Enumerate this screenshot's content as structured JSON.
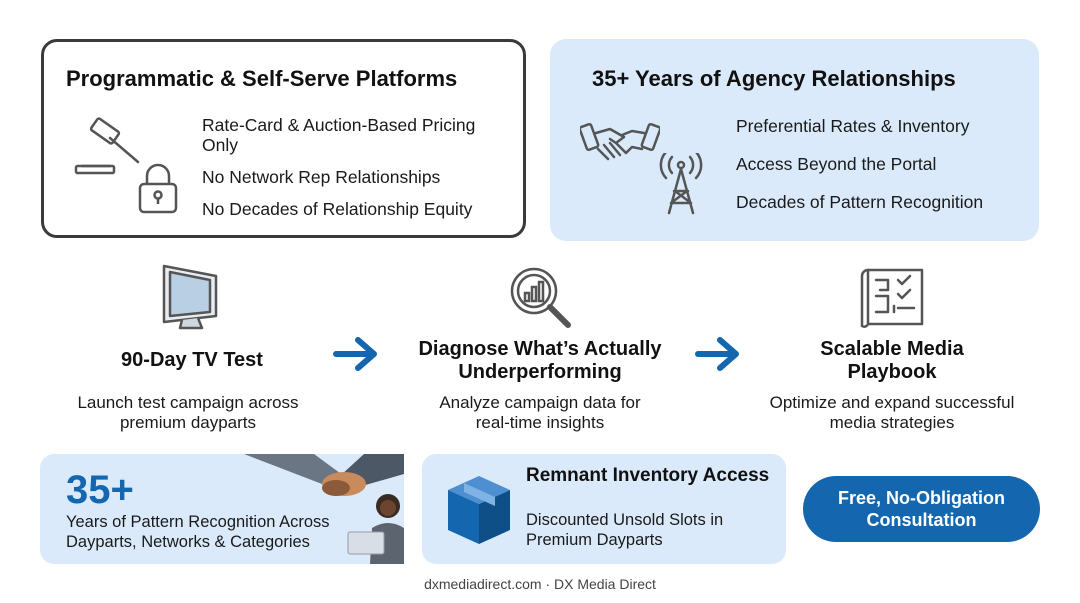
{
  "left_card": {
    "title": "Programmatic & Self-Serve Platforms",
    "items": [
      "Rate-Card & Auction-Based Pricing Only",
      "No Network Rep Relationships",
      "No Decades of Relationship Equity"
    ],
    "icons": [
      "gavel-icon",
      "lock-icon"
    ]
  },
  "right_card": {
    "title": "35+ Years of Agency Relationships",
    "items": [
      "Preferential Rates & Inventory",
      "Access Beyond the Portal",
      "Decades of Pattern Recognition"
    ],
    "icons": [
      "handshake-icon",
      "antenna-icon"
    ]
  },
  "steps": [
    {
      "title": "90-Day TV Test",
      "desc": "Launch test campaign across premium dayparts",
      "icon": "tv-icon"
    },
    {
      "title": "Diagnose What’s Actually Underperforming",
      "desc": "Analyze campaign data for real-time insights",
      "icon": "magnifier-chart-icon"
    },
    {
      "title": "Scalable Media Playbook",
      "desc": "Optimize and expand successful media strategies",
      "icon": "blueprint-checklist-icon"
    }
  ],
  "bottom_left": {
    "number": "35+",
    "text": "Years of Pattern Recognition Across Dayparts, Networks & Categories"
  },
  "bottom_mid": {
    "title": "Remnant Inventory Access",
    "text": "Discounted Unsold Slots in Premium Dayparts"
  },
  "cta": {
    "label": "Free, No-Obligation Consultation"
  },
  "footer": "dxmediadirect.com · DX Media Direct",
  "colors": {
    "accent": "#1466ae",
    "light_blue": "#dbeafb",
    "dark_border": "#3a3a3a"
  }
}
